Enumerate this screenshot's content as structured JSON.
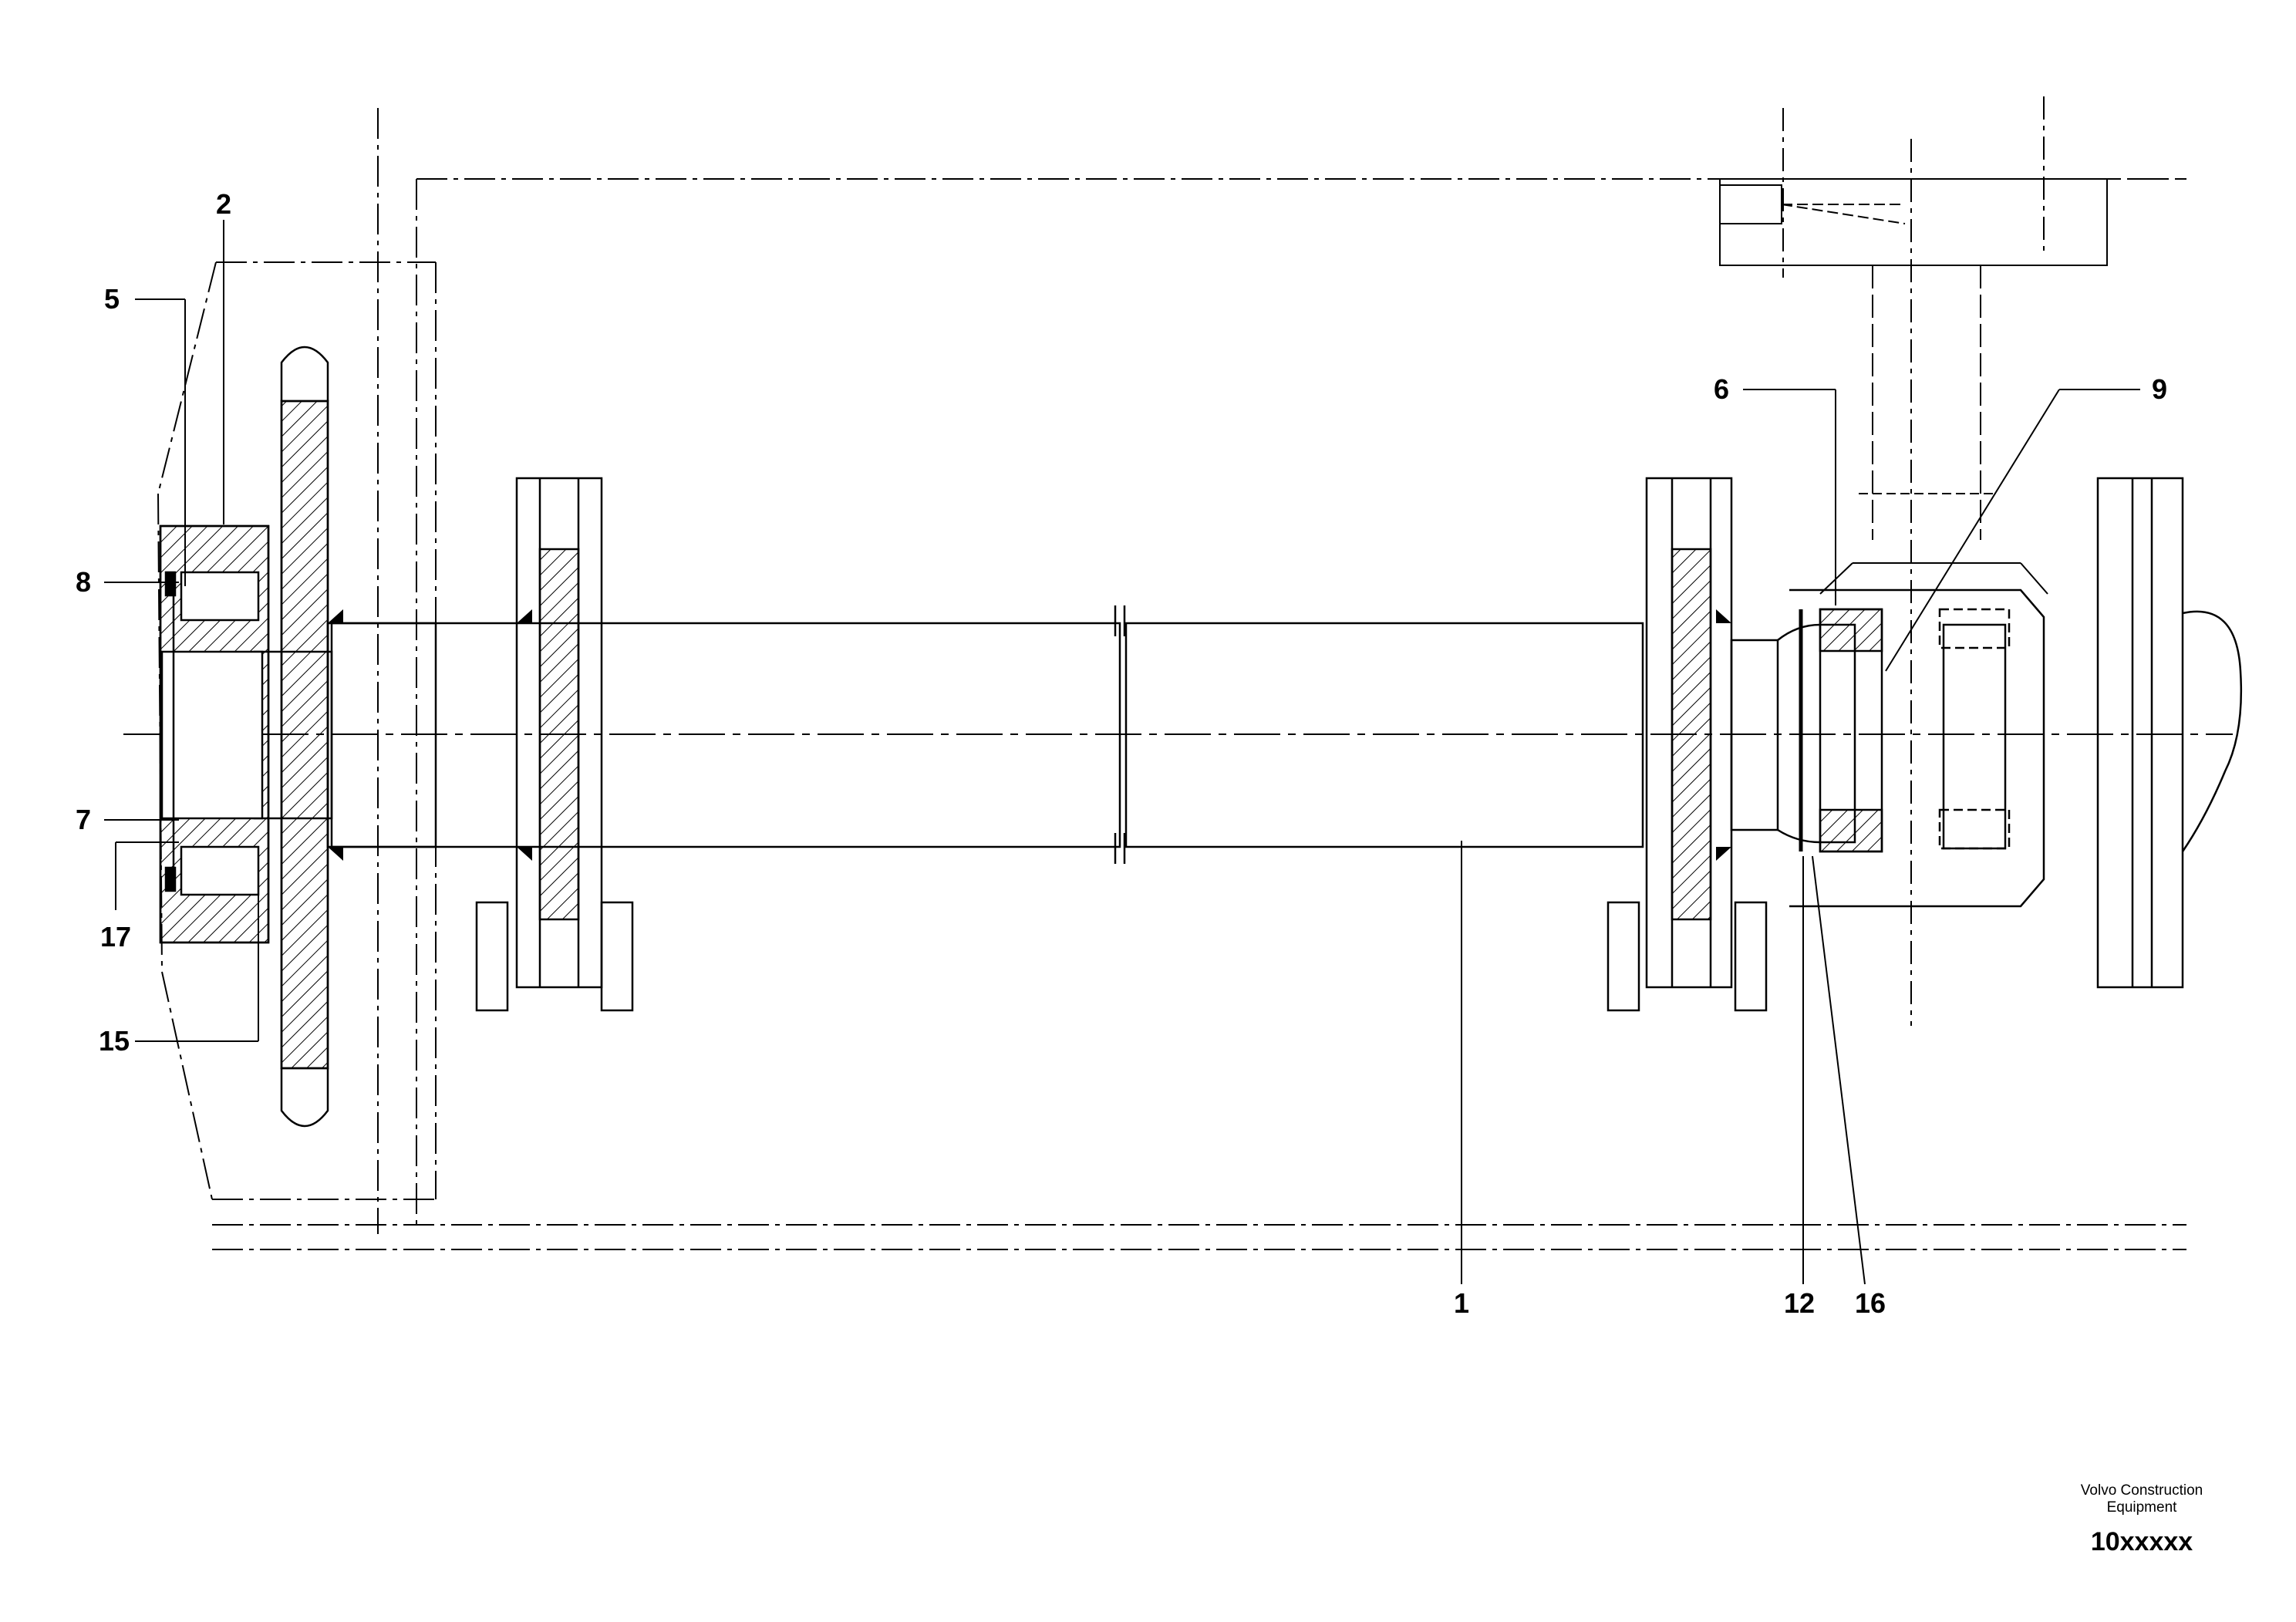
{
  "diagram": {
    "callouts": {
      "c1": "1",
      "c2": "2",
      "c5": "5",
      "c6": "6",
      "c7": "7",
      "c8": "8",
      "c9": "9",
      "c12": "12",
      "c15": "15",
      "c16": "16",
      "c17": "17"
    }
  },
  "titleblock": {
    "company_line1": "Volvo Construction",
    "company_line2": "Equipment",
    "drawing_code": "10xxxxx"
  }
}
